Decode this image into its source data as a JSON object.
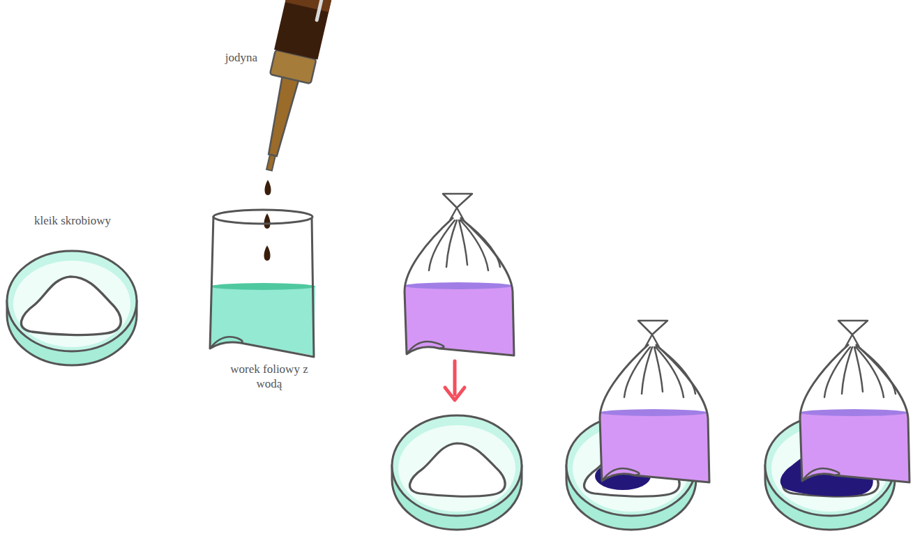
{
  "diagram": {
    "labels": [
      "jodyna",
      "kleik skrobiowy",
      "worek foliowy z wodą"
    ]
  }
}
